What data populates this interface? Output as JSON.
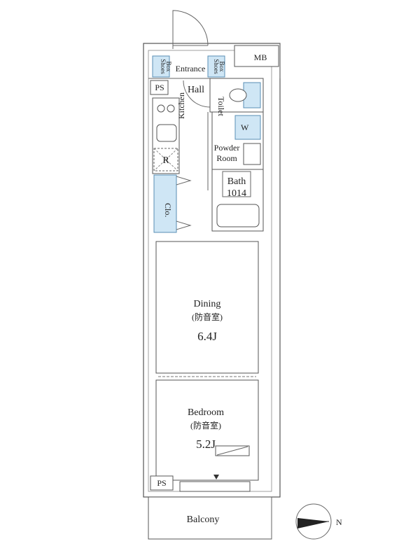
{
  "rooms": {
    "entrance": "Entrance",
    "hall": "Hall",
    "toilet": "Toilet",
    "kitchen": "Kitchen",
    "powder_room": "Powder\nRoom",
    "powder_l1": "Powder",
    "powder_l2": "Room",
    "bath": "Bath",
    "bath_size": "1014",
    "closet": "Clo.",
    "refrigerator": "R",
    "washer": "W",
    "shoes_box_left": "Shoes Box",
    "shoes_l1": "Shoes",
    "shoes_l2": "Box",
    "ps_top": "PS",
    "ps_bottom": "PS",
    "mb": "MB",
    "dining": "Dining",
    "dining_note": "(防音室)",
    "dining_size": "6.4J",
    "bedroom": "Bedroom",
    "bedroom_note": "(防音室)",
    "bedroom_size": "5.2J",
    "balcony": "Balcony"
  },
  "compass": {
    "label": "N"
  },
  "colors": {
    "fixture_blue": "#cfe6f5",
    "wall": "#555555"
  }
}
